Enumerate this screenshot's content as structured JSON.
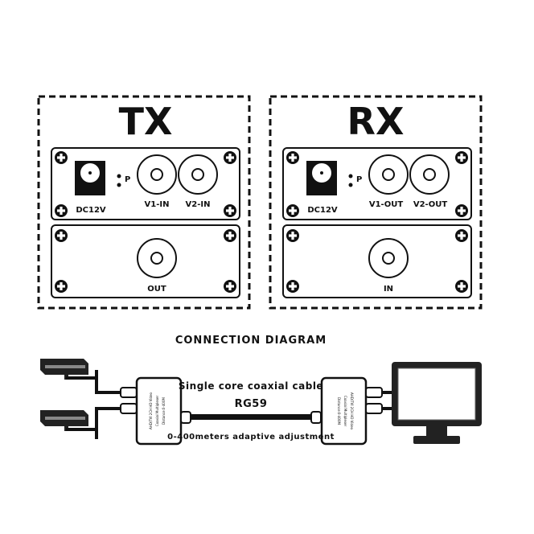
{
  "tx": {
    "title": "TX",
    "power_label": "DC12V",
    "led_label": "P",
    "port1_label": "V1-IN",
    "port2_label": "V2-IN",
    "bottom_port_label": "OUT"
  },
  "rx": {
    "title": "RX",
    "power_label": "DC12V",
    "led_label": "P",
    "port1_label": "V1-OUT",
    "port2_label": "V2-OUT",
    "bottom_port_label": "IN"
  },
  "connection": {
    "title": "CONNECTION DIAGRAM",
    "cable_line1": "Single core coaxial cable",
    "cable_line2": "RG59",
    "cable_line3": "0-400meters adaptive adjustment",
    "device_text_1": "AHD/TVI 2CH HD Video",
    "device_text_2": "Coaxial Multiplexer",
    "device_text_3": "Distance:0-400M"
  }
}
